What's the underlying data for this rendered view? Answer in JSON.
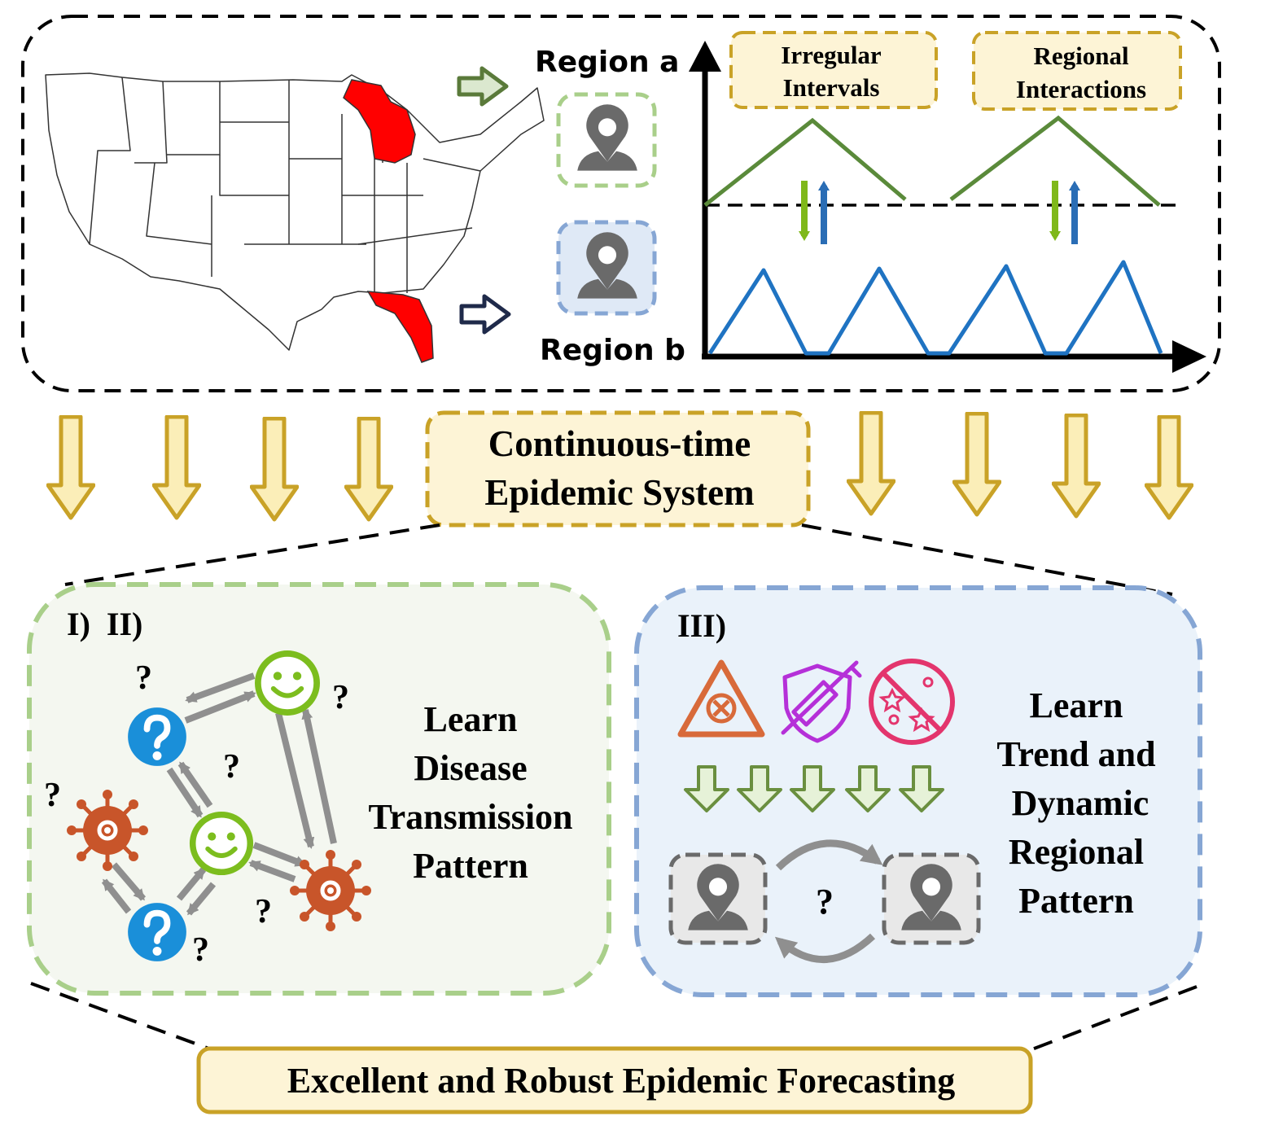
{
  "region_a_label": "Region a",
  "region_b_label": "Region b",
  "irregular_label_1": "Irregular",
  "irregular_label_2": "Intervals",
  "regional_label_1": "Regional",
  "regional_label_2": "Interactions",
  "system_label_1": "Continuous-time",
  "system_label_2": "Epidemic System",
  "left_panel_tags": "I)  II)",
  "left_panel_text": [
    "Learn",
    "Disease",
    "Transmission",
    "Pattern"
  ],
  "right_panel_tag": "III)",
  "right_panel_text": [
    "Learn",
    "Trend and",
    "Dynamic",
    "Regional",
    "Pattern"
  ],
  "question_mark": "?",
  "output_label": "Excellent and Robust Epidemic Forecasting",
  "colors": {
    "highlight_state": "#ff0000",
    "region_a": "#5a8a3a",
    "region_b": "#1f73c2",
    "gold": "#c9a227",
    "gold_fill": "#fdf4d6",
    "green_panel_border": "#a9cf8a",
    "green_panel_fill": "#f4f7f0",
    "blue_panel_border": "#86a6d4",
    "blue_panel_fill": "#eaf2fa",
    "smiley": "#7cbd1e",
    "virus": "#c8552a",
    "question_node": "#1a8fd9",
    "gray_arrow": "#8f8f8f"
  },
  "icons": [
    "us-map-icon",
    "location-pin-icon",
    "smiley-icon",
    "question-node-icon",
    "virus-icon",
    "warning-triangle-icon",
    "vaccine-shield-icon",
    "no-virus-icon"
  ]
}
